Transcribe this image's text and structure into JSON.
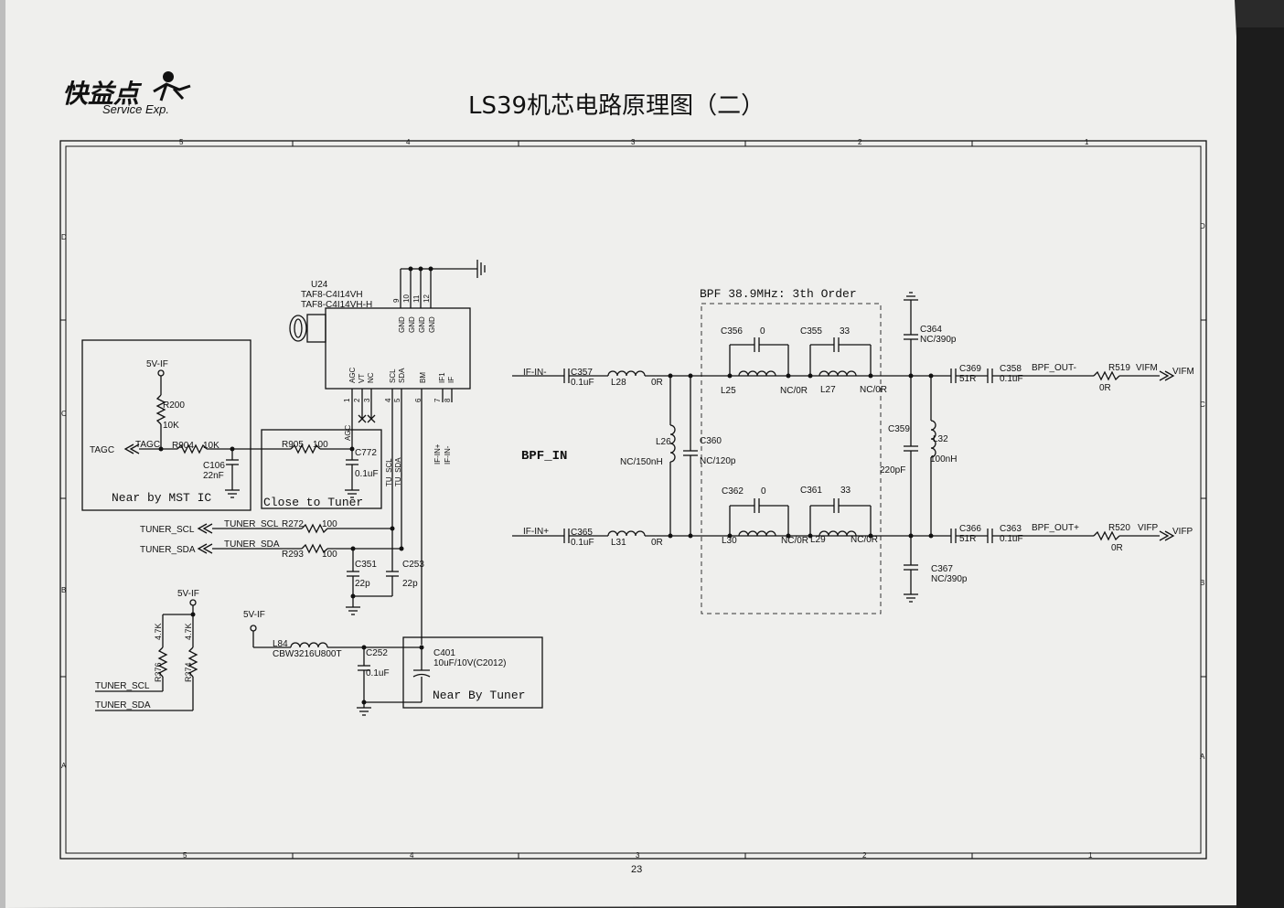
{
  "header": {
    "logo_text": "快益点",
    "logo_sub": "Service Exp.",
    "title": "LS39机芯电路原理图（二）",
    "page_number": "23"
  },
  "labels": {
    "u24": "U24",
    "u24_part1": "TAF8-C4I14VH",
    "u24_part2": "TAF8-C4I14VH-H",
    "bpf_title": "BPF 38.9MHz: 3th Order",
    "bpf_in": "BPF_IN",
    "near_mst": "Near by MST IC",
    "close_tuner": "Close to Tuner",
    "near_tuner": "Near By Tuner",
    "pwr1": "5V-IF",
    "pwr2": "5V-IF",
    "pwr3": "5V-IF",
    "tagc_out": "TAGC",
    "tagc_net": "TAGC",
    "tuner_scl": "TUNER_SCL",
    "tuner_sda": "TUNER_SDA",
    "tuner_scl_net": "TUNER_SCL",
    "tuner_sda_net": "TUNER_SDA",
    "tuner_scl2": "TUNER_SCL",
    "tuner_sda2": "TUNER_SDA",
    "if_in_m": "IF-IN-",
    "if_in_p": "IF-IN+",
    "bpf_out_m": "BPF_OUT-",
    "bpf_out_p": "BPF_OUT+",
    "vifm_net": "VIFM",
    "vifp_net": "VIFP",
    "vifm": "VIFM",
    "vifp": "VIFP",
    "tu_scl": "TU_SCL",
    "tu_sda": "TU_SDA",
    "if_in_plus_v": "IF-IN+",
    "if_in_minus_v": "IF-IN-"
  },
  "pins": {
    "top": [
      "9",
      "10",
      "11",
      "12"
    ],
    "top_names": [
      "GND",
      "GND",
      "GND",
      "GND"
    ],
    "bottom": [
      "1",
      "2",
      "3",
      "4",
      "5",
      "6",
      "7",
      "8"
    ],
    "bottom_names": [
      "AGC",
      "VT",
      "NC",
      "SCL",
      "SDA",
      "BM",
      "IF1",
      "IF"
    ],
    "agc_v": "AGC"
  },
  "parts": {
    "R200": "R200",
    "R200v": "10K",
    "R904": "R904",
    "R904v": "10K",
    "C106": "C106",
    "C106v": "22nF",
    "R905": "R905",
    "R905v": "100",
    "C772": "C772",
    "C772v": "0.1uF",
    "R272": "R272",
    "R272v": "100",
    "R293": "R293",
    "R293v": "100",
    "C351": "C351",
    "C351v": "22p",
    "C253": "C253",
    "C253v": "22p",
    "R376": "R376",
    "R376v": "4.7K",
    "R374": "R374",
    "R374v": "4.7K",
    "L84": "L84",
    "L84v": "CBW3216U800T",
    "C252": "C252",
    "C252v": "0.1uF",
    "C401": "C401",
    "C401v": "10uF/10V(C2012)",
    "C357": "C357",
    "C357v": "0.1uF",
    "L28": "L28",
    "L28v": "0R",
    "C365": "C365",
    "C365v": "0.1uF",
    "L31": "L31",
    "L31v": "0R",
    "L26": "L26",
    "L26v": "NC/150nH",
    "C360": "C360",
    "C360v": "NC/120p",
    "C356": "C356",
    "C356v": "0",
    "C355": "C355",
    "C355v": "33",
    "L25": "L25",
    "L25v": "NC/0R",
    "L27": "L27",
    "L27v": "NC/0R",
    "C362": "C362",
    "C362v": "0",
    "C361": "C361",
    "C361v": "33",
    "L30": "L30",
    "L30v": "NC/0R",
    "L29": "L29",
    "L29v": "NC/0R",
    "C364": "C364",
    "C364v": "NC/390p",
    "C359": "C359",
    "C359v": "220pF",
    "L32": "L32",
    "L32v": "100nH",
    "C367": "C367",
    "C367v": "NC/390p",
    "C369": "C369",
    "C369v": "51R",
    "C358": "C358",
    "C358v": "0.1uF",
    "C366": "C366",
    "C366v": "51R",
    "C363": "C363",
    "C363v": "0.1uF",
    "R519": "R519",
    "R519v": "0R",
    "R520": "R520",
    "R520v": "0R"
  },
  "border": {
    "top_cols": [
      "5",
      "4",
      "3",
      "2",
      "1"
    ],
    "bottom_cols": [
      "5",
      "4",
      "3",
      "2",
      "1"
    ],
    "right_rows": [
      "D",
      "C",
      "B",
      "A"
    ],
    "left_rows": [
      "D",
      "C",
      "B",
      "A"
    ]
  },
  "colors": {
    "paper": "#efefed",
    "ink": "#111111",
    "scan_dark": "#2a2a2a"
  }
}
